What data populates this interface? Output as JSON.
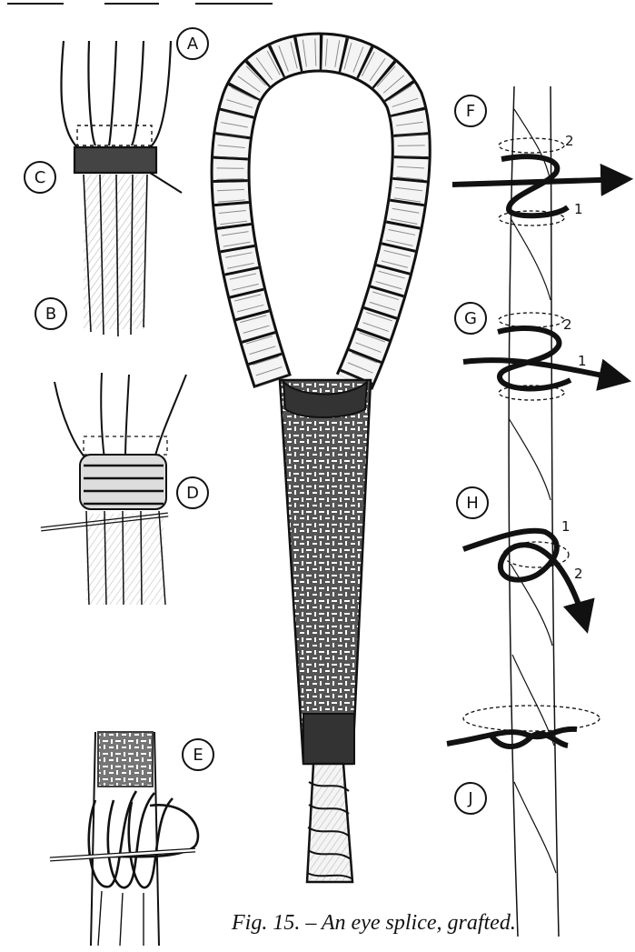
{
  "caption": "Fig. 15. – An eye splice, grafted.",
  "labels": {
    "A": "A",
    "B": "B",
    "C": "C",
    "D": "D",
    "E": "E",
    "F": "F",
    "G": "G",
    "H": "H",
    "J": "J"
  },
  "numbers": {
    "f1": "1",
    "f2": "2",
    "g1": "1",
    "g2": "2",
    "h1": "1",
    "h2": "2"
  }
}
